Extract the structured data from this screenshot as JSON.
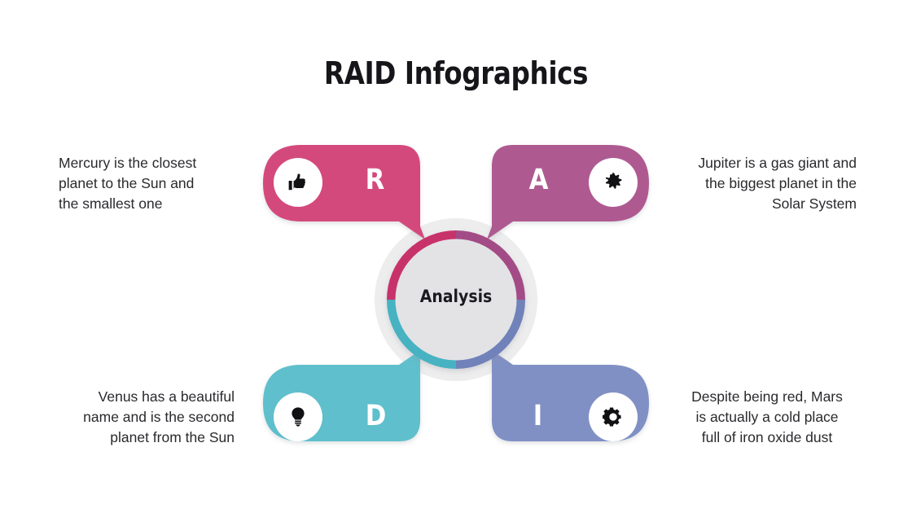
{
  "slide": {
    "title": "RAID Infographics",
    "background_color": "#ffffff"
  },
  "center": {
    "label": "Analysis",
    "inner_fill": "#e3e3e5",
    "halo_fill": "#ededee"
  },
  "segments": [
    {
      "id": "r",
      "letter": "R",
      "icon": "thumbs-up-icon",
      "color": "#d4487c",
      "ring_color": "#c8336b",
      "position": "top-left",
      "caption": "Mercury is the closest\nplanet to the Sun and\nthe smallest one"
    },
    {
      "id": "a",
      "letter": "A",
      "icon": "splat-star-icon",
      "color": "#ae5a91",
      "ring_color": "#a34b86",
      "position": "top-right",
      "caption": "Jupiter is a gas giant and\nthe biggest planet in the\nSolar System"
    },
    {
      "id": "d",
      "letter": "D",
      "icon": "lightbulb-icon",
      "color": "#5ebfcc",
      "ring_color": "#46b2c2",
      "position": "bottom-left",
      "caption": "Venus has a beautiful\nname and is the second\nplanet from the Sun"
    },
    {
      "id": "i",
      "letter": "I",
      "icon": "gear-icon",
      "color": "#8190c4",
      "ring_color": "#7181ba",
      "position": "bottom-right",
      "caption": "Despite being red, Mars\nis actually a cold place\nfull of iron oxide dust"
    }
  ]
}
